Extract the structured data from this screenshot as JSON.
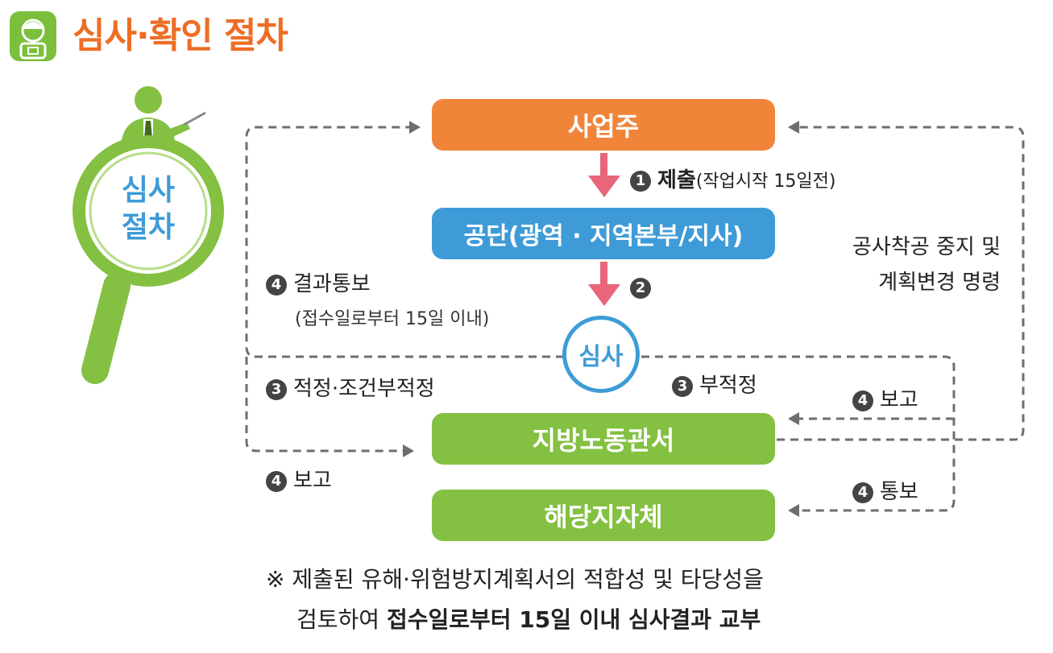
{
  "header": {
    "title": "심사·확인 절차"
  },
  "magnifier": {
    "label_line1": "심사",
    "label_line2": "절차"
  },
  "boxes": {
    "owner": "사업주",
    "agency": "공단(광역 · 지역본부/지사)",
    "review": "심사",
    "labor_office": "지방노동관서",
    "local_gov": "해당지자체"
  },
  "steps": {
    "submit": {
      "num": "1",
      "label": "제출",
      "sub": "(작업시작 15일전)"
    },
    "step2": {
      "num": "2"
    },
    "result_notice": {
      "num": "4",
      "label": "결과통보",
      "sub": "(접수일로부터 15일 이내)"
    },
    "suitable": {
      "num": "3",
      "label": "적정·조건부적정"
    },
    "unsuitable": {
      "num": "3",
      "label": "부적정"
    },
    "report_left": {
      "num": "4",
      "label": "보고"
    },
    "report_right": {
      "num": "4",
      "label": "보고"
    },
    "notify": {
      "num": "4",
      "label": "통보"
    },
    "order_line1": "공사착공 중지 및",
    "order_line2": "계획변경 명령"
  },
  "footnote": {
    "line1": "※ 제출된 유해·위험방지계획서의 적합성 및 타당성을",
    "line2_normal": "검토하여 ",
    "line2_bold": "접수일로부터 15일 이내 심사결과 교부"
  },
  "colors": {
    "title": "#ee6d25",
    "orange": "#f0853a",
    "blue": "#3e9bd7",
    "green": "#84c042",
    "arrow_pink": "#e8657a",
    "dash": "#6e6e6e"
  }
}
